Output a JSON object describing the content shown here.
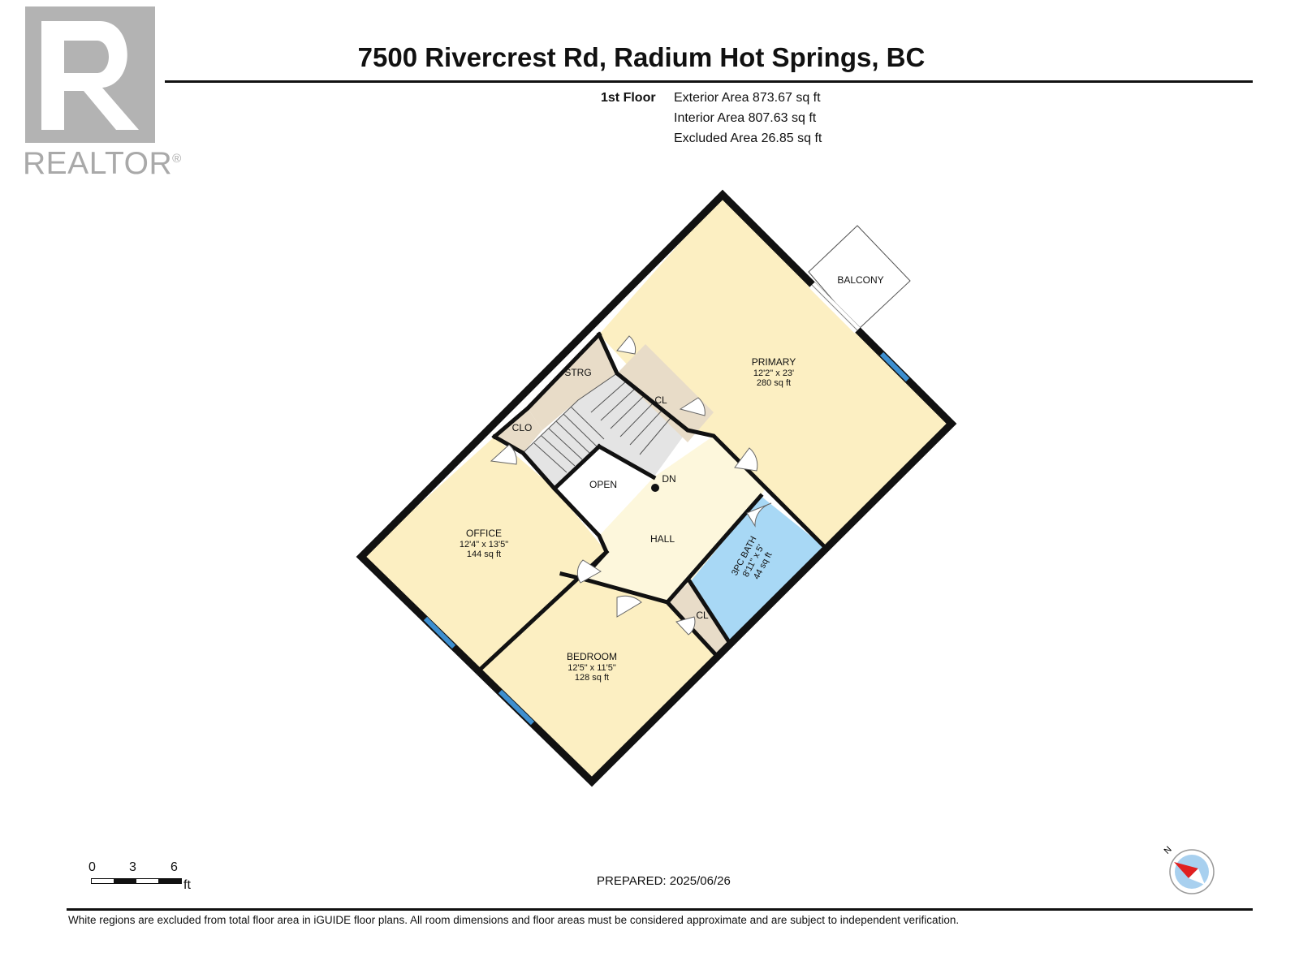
{
  "logo": {
    "word": "REALTOR",
    "mark": "®",
    "color": "#b3b3b3"
  },
  "header": {
    "title": "7500 Rivercrest Rd, Radium Hot Springs, BC",
    "floor": "1st Floor",
    "areas": [
      "Exterior Area 873.67 sq ft",
      "Interior Area 807.63 sq ft",
      "Excluded Area 26.85 sq ft"
    ]
  },
  "rooms": {
    "primary": {
      "name": "PRIMARY",
      "dims": "12'2\" x 23'",
      "area": "280 sq ft"
    },
    "office": {
      "name": "OFFICE",
      "dims": "12'4\" x 13'5\"",
      "area": "144 sq ft"
    },
    "bedroom": {
      "name": "BEDROOM",
      "dims": "12'5\" x 11'5\"",
      "area": "128 sq ft"
    },
    "bath": {
      "name": "3PC BATH",
      "dims": "8'11\" x 5'",
      "area": "44 sq ft"
    },
    "hall": "HALL",
    "open": "OPEN",
    "balcony": "BALCONY",
    "strg": "STRG",
    "clo": "CLO",
    "cl_upper": "CL",
    "cl_lower": "CL",
    "dn": "DN"
  },
  "colors": {
    "bedroom_fill": "#fcefc2",
    "hall_fill": "#fdf7dc",
    "bath_fill": "#a8d8f5",
    "closet_fill": "#e8dcc8",
    "window": "#3d8fd0",
    "stair_fill": "#e4e4e4",
    "wall": "#111111"
  },
  "scale": {
    "ticks": [
      "0",
      "3",
      "6"
    ],
    "unit": "ft"
  },
  "prepared": "PREPARED: 2025/06/26",
  "compass": {
    "label": "N"
  },
  "disclaimer": "White regions are excluded from total floor area in iGUIDE floor plans. All room dimensions and floor areas must be considered approximate and are subject to independent verification."
}
